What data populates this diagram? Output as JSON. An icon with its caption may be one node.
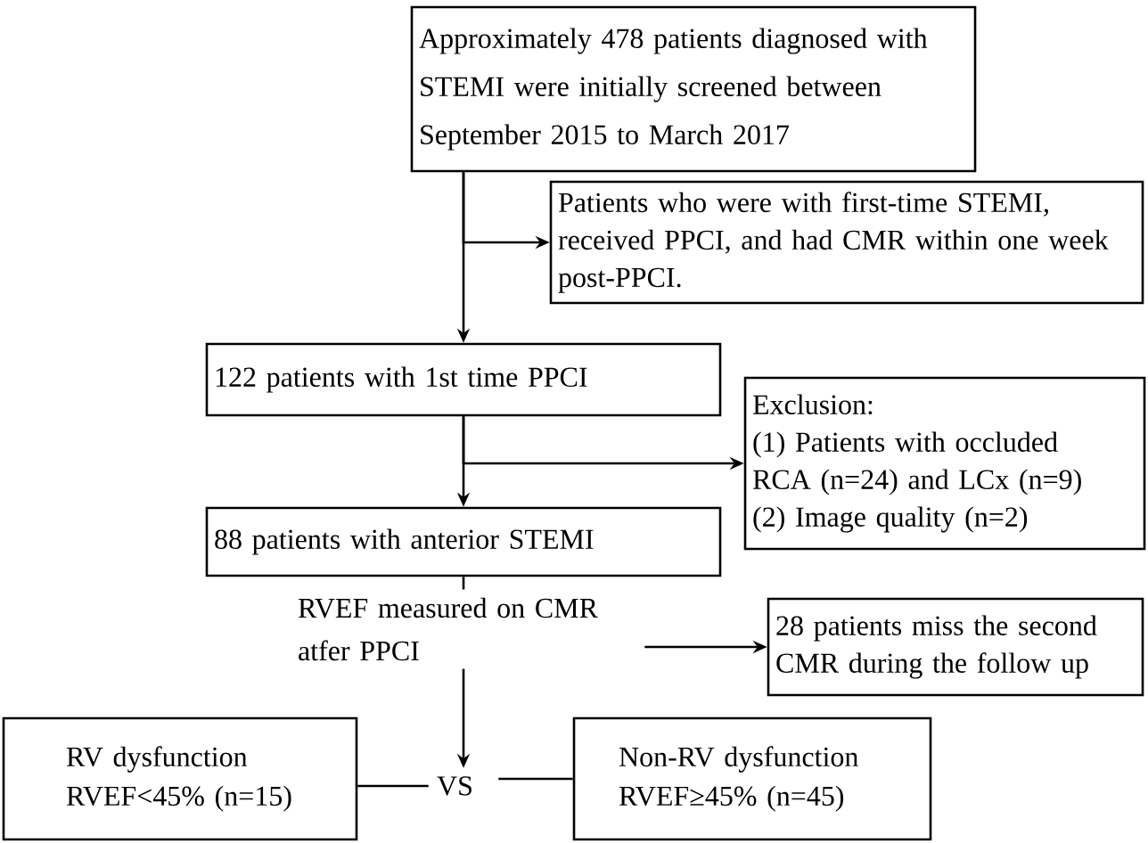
{
  "diagram": {
    "nodes": [
      {
        "text": [
          "Approximately 478 patients diagnosed with STEMI were initially screened between September 2015 to March 2017"
        ]
      },
      {
        "text": [
          "Patients who were with first-time STEMI, received PPCI, and had CMR within one week post-PPCI."
        ]
      },
      {
        "text": [
          "122 patients with 1st time PPCI"
        ]
      },
      {
        "text": [
          "Exclusion:",
          "(1) Patients with occluded RCA (n=24) and LCx (n=9)",
          "(2) Image quality (n=2)"
        ]
      },
      {
        "text": [
          "88 patients with anterior STEMI"
        ]
      },
      {
        "text": [
          "RVEF measured on CMR atfer PPCI"
        ]
      },
      {
        "text": [
          "28 patients miss the second CMR during the follow up"
        ]
      },
      {
        "text": [
          "RV dysfunction RVEF<45% (n=15)"
        ]
      },
      {
        "text": [
          "VS"
        ]
      },
      {
        "text": [
          "Non-RV dysfunction RVEF≥45% (n=45)"
        ]
      }
    ],
    "edges": [
      {
        "from": 0,
        "to": 2,
        "arrow": "to"
      },
      {
        "from": 0,
        "to": 1,
        "arrow": "to"
      },
      {
        "from": 2,
        "to": 4,
        "arrow": "to"
      },
      {
        "from": 2,
        "to": 3,
        "arrow": "to"
      },
      {
        "from": 4,
        "to": 5,
        "arrow": "none"
      },
      {
        "from": 5,
        "to": 6,
        "arrow": "to"
      },
      {
        "from": 5,
        "to": 8,
        "arrow": "to"
      },
      {
        "from": 7,
        "to": 8,
        "arrow": "none"
      },
      {
        "from": 8,
        "to": 9,
        "arrow": "none"
      }
    ]
  }
}
